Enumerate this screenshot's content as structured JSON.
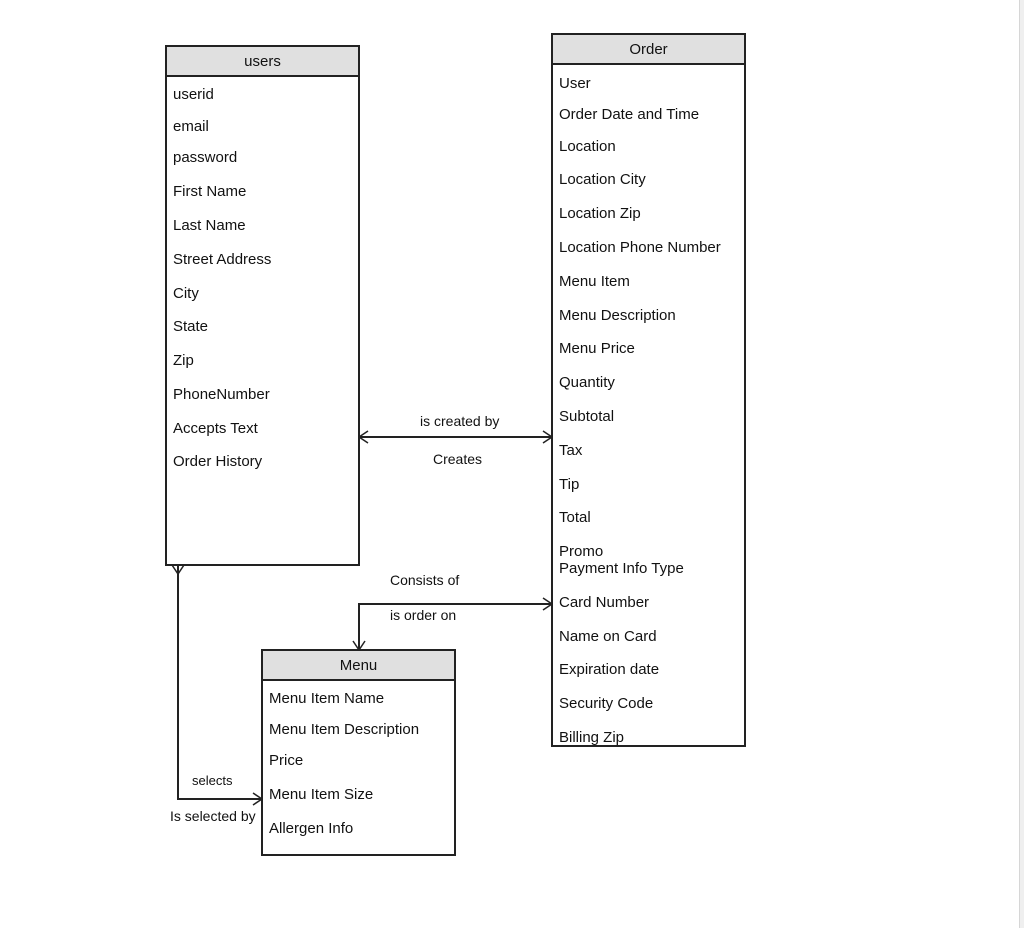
{
  "entities": {
    "users": {
      "title": "users",
      "attributes": [
        "userid",
        "email",
        "password",
        "First Name",
        "Last Name",
        "Street Address",
        "City",
        "State",
        "Zip",
        "PhoneNumber",
        "Accepts Text",
        "Order History"
      ]
    },
    "order": {
      "title": "Order",
      "attributes": [
        "User",
        "Order Date and Time",
        "Location",
        "Location City",
        "Location Zip",
        "Location Phone Number",
        "Menu Item",
        "Menu Description",
        "Menu Price",
        "Quantity",
        "Subtotal",
        "Tax",
        "Tip",
        "Total",
        "Promo",
        "Payment Info Type",
        "Card Number",
        "Name on Card",
        "Expiration date",
        "Security Code",
        "Billing Zip"
      ]
    },
    "menu": {
      "title": "Menu",
      "attributes": [
        "Menu Item Name",
        "Menu Item Description",
        "Price",
        "Menu Item Size",
        "Allergen Info"
      ]
    }
  },
  "relationships": {
    "users_order": {
      "forward": "is created by",
      "reverse": "Creates"
    },
    "order_menu": {
      "forward": "Consists of",
      "reverse": "is order on"
    },
    "users_menu": {
      "forward": "selects",
      "reverse": "Is selected by"
    }
  },
  "colors": {
    "header": "#e0e0e0",
    "line": "#222222",
    "background": "#ffffff"
  }
}
